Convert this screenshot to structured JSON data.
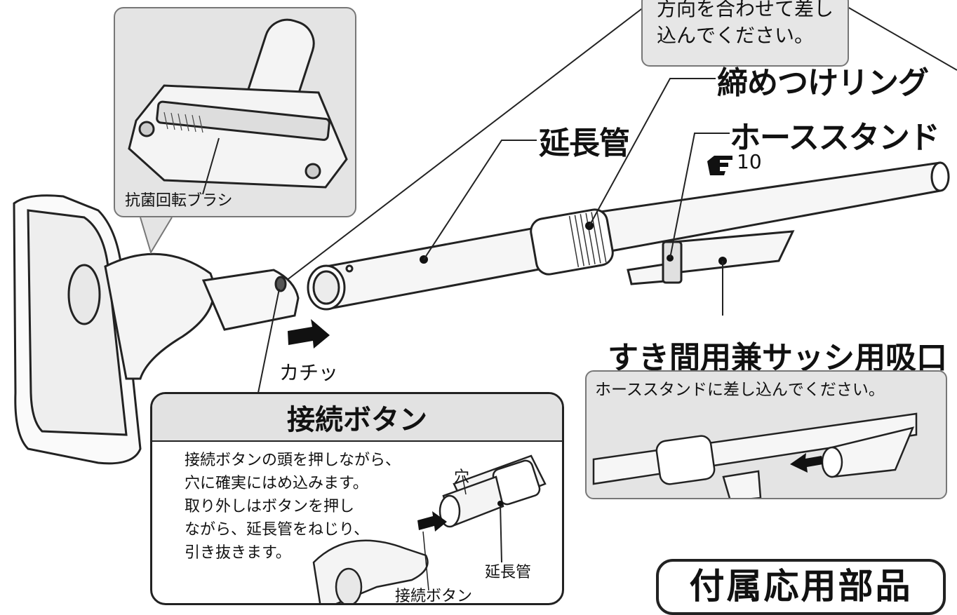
{
  "callout_top": {
    "line1": "方向を合わせて差し",
    "line2": "込んでください。"
  },
  "thumbnail": {
    "label": "抗菌回転ブラシ"
  },
  "labels": {
    "tightening_ring": "締めつけリング",
    "extension_pipe": "延長管",
    "hose_stand": "ホーススタンド",
    "page_ref": "10",
    "click_sound": "カチッ",
    "crevice_nozzle": "すき間用兼サッシ用吸口"
  },
  "connect_panel": {
    "title": "接続ボタン",
    "lines": [
      "接続ボタンの頭を押しながら、",
      "穴に確実にはめ込みます。",
      "取り外しはボタンを押し",
      "ながら、延長管をねじり、",
      "引き抜きます。"
    ],
    "hole_label": "穴",
    "pipe_label": "延長管",
    "button_label": "接続ボタン"
  },
  "side_box": {
    "caption": "ホーススタンドに差し込んでください。"
  },
  "section_title": "付属応用部品"
}
